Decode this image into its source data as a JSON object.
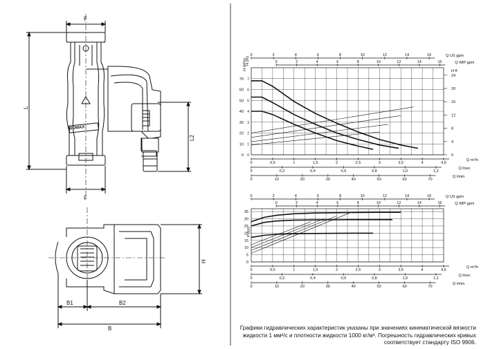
{
  "drawing": {
    "dim_F_top": "F",
    "dim_F_bottom": "F",
    "dim_L": "L",
    "dim_L2": "L2",
    "dim_H": "H",
    "dim_B1": "B1",
    "dim_B2": "B2",
    "dim_B": "B",
    "brand": "BOMAX"
  },
  "chart_data": [
    {
      "type": "line",
      "title": "",
      "ylabel_left_1": "H (kPa)",
      "ylabel_left_2": "H (m)",
      "ylabel_right": "H ft",
      "y_ticks_kpa": [
        0,
        10,
        20,
        30,
        40,
        50,
        60,
        70
      ],
      "y_ticks_m": [
        "0",
        "1",
        "2",
        "3",
        "4",
        "5",
        "6",
        "7"
      ],
      "y_ticks_ft": [
        "0",
        "4",
        "8",
        "12",
        "16",
        "20",
        "24"
      ],
      "x_unit_top1": "Q US gpm",
      "x_unit_top2": "Q IMP gpm",
      "x_ticks_us": [
        "0",
        "2",
        "4",
        "6",
        "8",
        "10",
        "12",
        "14",
        "16"
      ],
      "x_ticks_imp": [
        "0",
        "2",
        "4",
        "6",
        "8",
        "10",
        "12",
        "14",
        "16"
      ],
      "x_unit_m3h": "Q m³/h",
      "x_ticks_m3h": [
        "0",
        "0,5",
        "1",
        "1,5",
        "2",
        "2,5",
        "3",
        "3,5",
        "4",
        "4,5"
      ],
      "x_unit_ls": "Q l/sec",
      "x_ticks_ls": [
        "0",
        "0,2",
        "0,4",
        "0,6",
        "0,8",
        "1,0",
        "1,2"
      ],
      "x_unit_lmin": "Q l/min",
      "x_ticks_lmin": [
        "0",
        "10",
        "20",
        "30",
        "40",
        "50",
        "60",
        "70"
      ],
      "xlim_m3h": [
        0,
        4.5
      ],
      "ylim_m": [
        0,
        8
      ],
      "series": [
        {
          "x": [
            0,
            0.25,
            0.5,
            1,
            1.5,
            2,
            2.5,
            3,
            3.5,
            3.9
          ],
          "y": [
            6.8,
            6.8,
            6.3,
            4.9,
            3.8,
            2.9,
            2.1,
            1.4,
            0.9,
            0.6
          ]
        },
        {
          "x": [
            0,
            0.25,
            0.5,
            1,
            1.5,
            2,
            2.5,
            3,
            3.45
          ],
          "y": [
            5.3,
            5.3,
            4.8,
            3.7,
            2.8,
            2.0,
            1.4,
            0.9,
            0.6
          ]
        },
        {
          "x": [
            0,
            0.25,
            0.5,
            1,
            1.5,
            2,
            2.5,
            2.85
          ],
          "y": [
            4.0,
            4.0,
            3.7,
            2.8,
            2.0,
            1.3,
            0.8,
            0.5
          ]
        }
      ],
      "proportional_lines": [
        {
          "x": [
            0,
            3.8
          ],
          "y": [
            2.0,
            4.4
          ]
        },
        {
          "x": [
            0,
            3.5
          ],
          "y": [
            1.6,
            3.6
          ]
        },
        {
          "x": [
            0,
            3.2
          ],
          "y": [
            1.2,
            2.8
          ]
        },
        {
          "x": [
            0,
            3.0
          ],
          "y": [
            0.9,
            2.1
          ]
        }
      ]
    },
    {
      "type": "line",
      "title": "",
      "ylabel": "P (W)",
      "y_ticks": [
        "0",
        "5",
        "10",
        "15",
        "20",
        "25",
        "30",
        "35"
      ],
      "ylim": [
        0,
        37
      ],
      "x_unit_top1": "Q US gpm",
      "x_unit_top2": "Q IMP gpm",
      "x_ticks_us": [
        "0",
        "2",
        "4",
        "6",
        "8",
        "10",
        "12",
        "14",
        "16"
      ],
      "x_ticks_imp": [
        "0",
        "2",
        "4",
        "6",
        "8",
        "10",
        "12",
        "14",
        "16"
      ],
      "x_unit_m3h": "Q m³/h",
      "x_ticks_m3h": [
        "0",
        "0,5",
        "1",
        "1,5",
        "2",
        "2,5",
        "3",
        "3,5",
        "4",
        "4,5"
      ],
      "x_unit_ls": "Q l/sec",
      "x_ticks_ls": [
        "0",
        "0,2",
        "0,4",
        "0,6",
        "0,8",
        "1,0",
        "1,2"
      ],
      "x_unit_lmin": "Q l/min",
      "x_ticks_lmin": [
        "0",
        "10",
        "20",
        "30",
        "40",
        "50",
        "60",
        "70"
      ],
      "xlim_m3h": [
        0,
        4.5
      ],
      "series": [
        {
          "x": [
            0,
            0.3,
            0.6,
            1,
            1.5,
            2,
            2.5,
            3,
            3.5
          ],
          "y": [
            28,
            31,
            32.5,
            33.5,
            34,
            34.2,
            34.4,
            34.5,
            34.5
          ]
        },
        {
          "x": [
            0,
            0.3,
            0.6,
            1,
            1.5,
            2,
            2.5,
            3,
            3.3
          ],
          "y": [
            25,
            27.5,
            28.5,
            29,
            29.2,
            29.3,
            29.4,
            29.4,
            29.4
          ]
        },
        {
          "x": [
            0,
            0.3,
            0.6,
            1,
            1.5,
            2,
            2.5,
            2.85
          ],
          "y": [
            17,
            18.5,
            19.2,
            19.6,
            19.8,
            19.9,
            20,
            20
          ]
        }
      ],
      "proportional_lines": [
        {
          "x": [
            0,
            2.3
          ],
          "y": [
            6,
            34
          ]
        },
        {
          "x": [
            0,
            2.0
          ],
          "y": [
            8,
            32
          ]
        },
        {
          "x": [
            0,
            1.7
          ],
          "y": [
            10,
            30
          ]
        },
        {
          "x": [
            0,
            1.4
          ],
          "y": [
            12,
            28
          ]
        }
      ]
    }
  ],
  "caption": "Графики гидравлических характеристик указаны при значениях кинематической вязкости жидкости 1 мм²/с и плотности жидкости 1000 кг/м³. Погрешность гидравлических кривых соответствует стандарту ISO 9906."
}
